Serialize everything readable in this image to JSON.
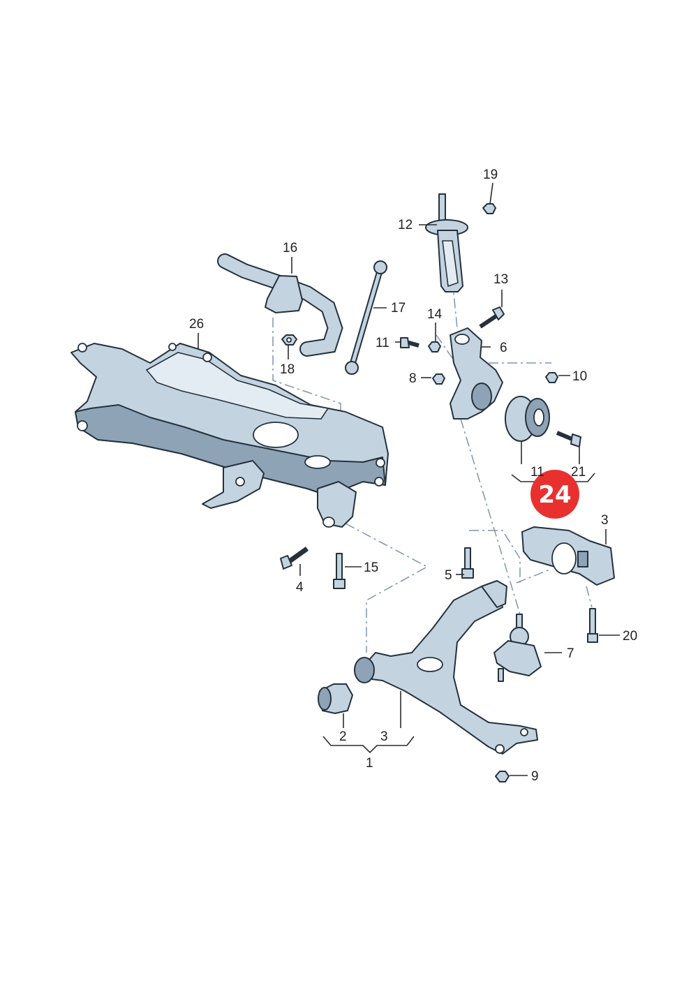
{
  "badge": {
    "text": "24",
    "color": "#e8312f"
  },
  "callouts": {
    "c1": "1",
    "c2": "2",
    "c3a": "3",
    "c3b": "3",
    "c4": "4",
    "c5": "5",
    "c6": "6",
    "c7": "7",
    "c8": "8",
    "c9": "9",
    "c10": "10",
    "c11a": "11",
    "c11b": "11",
    "c12": "12",
    "c13": "13",
    "c14": "14",
    "c15": "15",
    "c16": "16",
    "c17": "17",
    "c18": "18",
    "c19": "19",
    "c20": "20",
    "c21": "21",
    "c26": "26"
  },
  "colors": {
    "part": "#c3d3e0",
    "outline": "#24313d",
    "dash": "#7c96ad"
  }
}
